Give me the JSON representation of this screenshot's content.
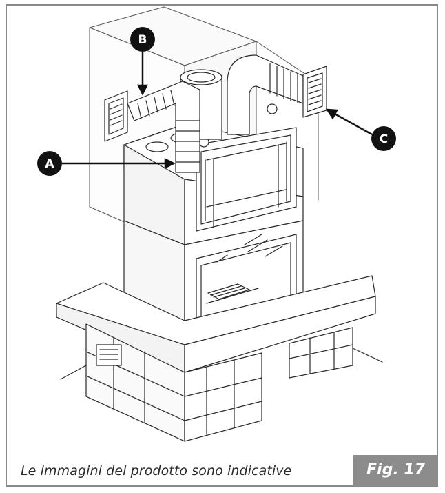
{
  "callouts": {
    "a": "A",
    "b": "B",
    "c": "C"
  },
  "caption": "Le immagini del prodotto sono indicative",
  "figure_label": "Fig. 17",
  "colors": {
    "line": "#2a2a2a",
    "frame": "#8a8a8a",
    "tag_bg": "#8c8c8c",
    "marker": "#111111"
  }
}
